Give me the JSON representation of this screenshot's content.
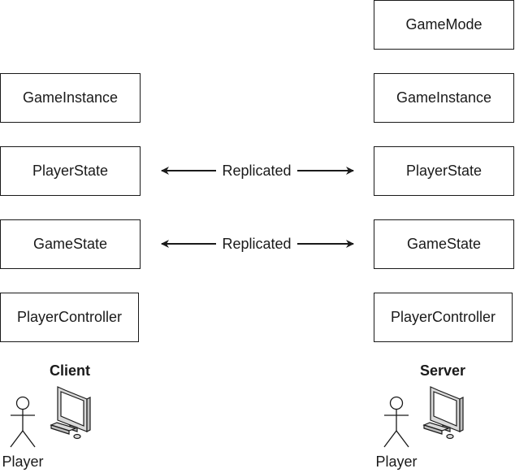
{
  "client": {
    "heading": "Client",
    "player_label": "Player",
    "boxes": {
      "game_instance": "GameInstance",
      "player_state": "PlayerState",
      "game_state": "GameState",
      "player_controller": "PlayerController"
    }
  },
  "server": {
    "heading": "Server",
    "player_label": "Player",
    "boxes": {
      "game_mode": "GameMode",
      "game_instance": "GameInstance",
      "player_state": "PlayerState",
      "game_state": "GameState",
      "player_controller": "PlayerController"
    }
  },
  "connectors": {
    "player_state_link": "Replicated",
    "game_state_link": "Replicated"
  },
  "icons": {
    "actor": "stick-figure-icon",
    "computer": "computer-icon"
  },
  "colors": {
    "stroke": "#1a1a1a",
    "background": "#ffffff",
    "monitor_fill": "#d9d9d9",
    "screen_fill": "#ffffff"
  }
}
